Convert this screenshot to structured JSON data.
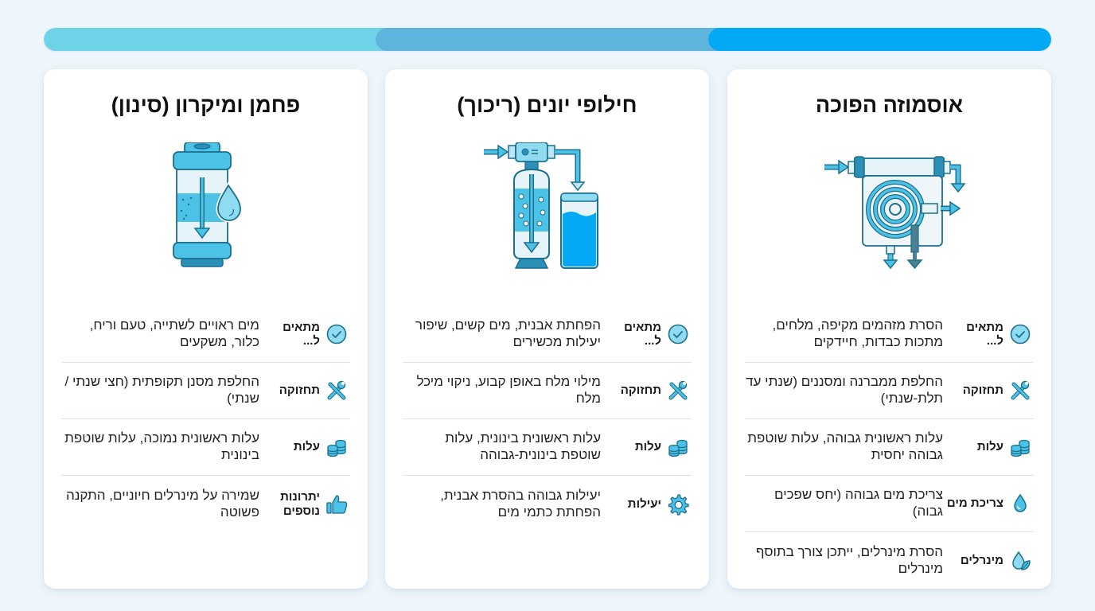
{
  "progress_bar": {
    "segments": [
      {
        "name": "filtration",
        "color": "#6fd3e8"
      },
      {
        "name": "ion-exchange",
        "color": "#5fb4de"
      },
      {
        "name": "reverse-osmosis",
        "color": "#03a9f4"
      }
    ]
  },
  "cards": [
    {
      "id": "reverse-osmosis",
      "title": "אוסמוזה הפוכה",
      "rows": [
        {
          "icon": "check-circle-icon",
          "label": "מתאים ל...",
          "text": "הסרת מזהמים מקיפה, מלחים, מתכות כבדות, חיידקים"
        },
        {
          "icon": "tools-icon",
          "label": "תחזוקה",
          "text": "החלפת ממברנה ומסננים (שנתי עד תלת-שנתי)"
        },
        {
          "icon": "coins-icon",
          "label": "עלות",
          "text": "עלות ראשונית גבוהה, עלות שוטפת גבוהה יחסית"
        },
        {
          "icon": "water-drop-icon",
          "label": "צריכת מים",
          "text": "צריכת מים גבוהה (יחס שפכים גבוה)"
        },
        {
          "icon": "drop-leaf-icon",
          "label": "מינרלים",
          "text": "הסרת מינרלים, ייתכן צורך בתוסף מינרלים"
        }
      ]
    },
    {
      "id": "ion-exchange",
      "title": "חילופי יונים (ריכוך)",
      "rows": [
        {
          "icon": "check-circle-icon",
          "label": "מתאים ל...",
          "text": "הפחתת אבנית, מים קשים, שיפור יעילות מכשירים"
        },
        {
          "icon": "tools-icon",
          "label": "תחזוקה",
          "text": "מילוי מלח באופן קבוע, ניקוי מיכל מלח"
        },
        {
          "icon": "coins-icon",
          "label": "עלות",
          "text": "עלות ראשונית בינונית, עלות שוטפת בינונית-גבוהה"
        },
        {
          "icon": "gear-icon",
          "label": "יעילות",
          "text": "יעילות גבוהה בהסרת אבנית, הפחתת כתמי מים"
        }
      ]
    },
    {
      "id": "carbon-micron",
      "title": "פחמן ומיקרון (סינון)",
      "rows": [
        {
          "icon": "check-circle-icon",
          "label": "מתאים ל...",
          "text": "מים ראויים לשתייה, טעם וריח, כלור, משקעים"
        },
        {
          "icon": "tools-icon",
          "label": "תחזוקה",
          "text": "החלפת מסנן תקופתית (חצי שנתי / שנתי)"
        },
        {
          "icon": "coins-icon",
          "label": "עלות",
          "text": "עלות ראשונית נמוכה, עלות שוטפת בינונית"
        },
        {
          "icon": "thumbs-up-icon",
          "label": "יתרונות נוספים",
          "text": "שמירה על מינרלים חיוניים, התקנה פשוטה"
        }
      ]
    }
  ],
  "colors": {
    "icon_stroke": "#1b6f8f",
    "icon_fill": "#4cc3e6",
    "icon_dark": "#2a90b8",
    "card_bg": "#ffffff",
    "page_bg": "#eef5fb"
  }
}
